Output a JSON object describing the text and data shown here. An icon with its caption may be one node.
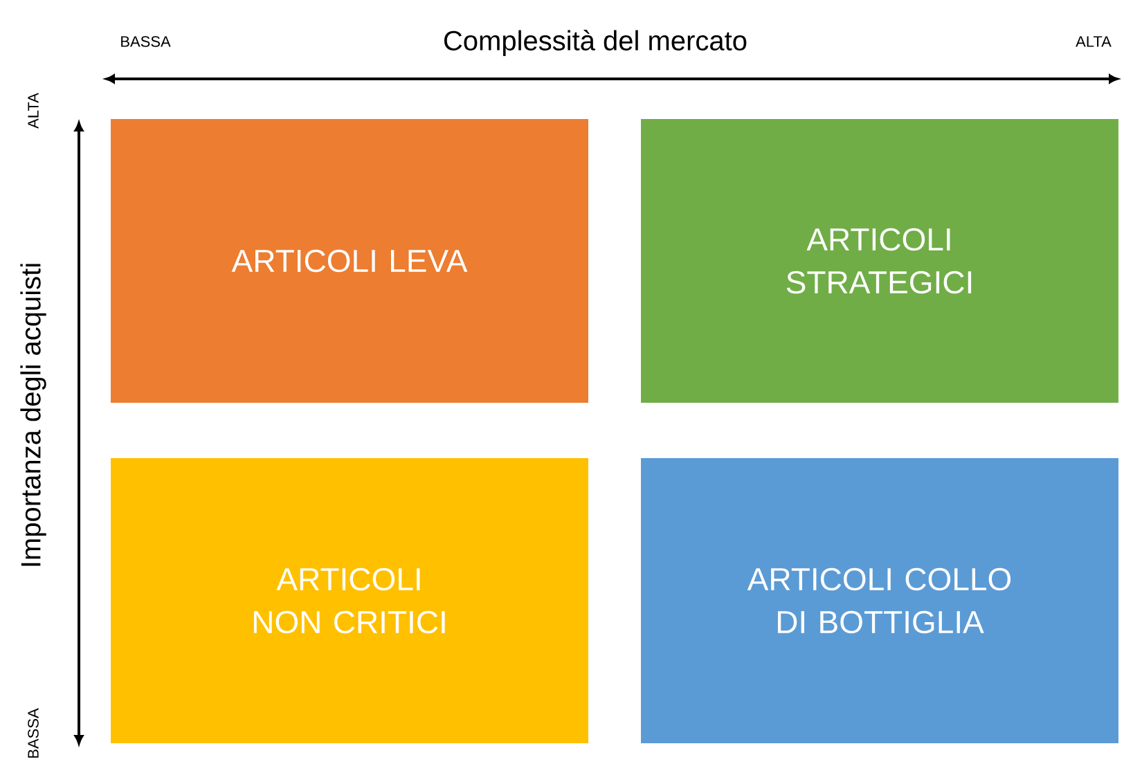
{
  "diagram": {
    "nodes": [
      {
        "text": [
          "ARTICOLI LEVA"
        ]
      },
      {
        "text": [
          "ARTICOLI STRATEGICI"
        ]
      },
      {
        "text": [
          "ARTICOLI NON CRITICI"
        ]
      },
      {
        "text": [
          "ARTICOLI COLLO DI BOTTIGLIA"
        ]
      }
    ],
    "edges": [],
    "labels": [
      "BASSA",
      "Complessità del mercato",
      "ALTA",
      "ALTA",
      "Importanza degli acquisti",
      "BASSA"
    ]
  }
}
